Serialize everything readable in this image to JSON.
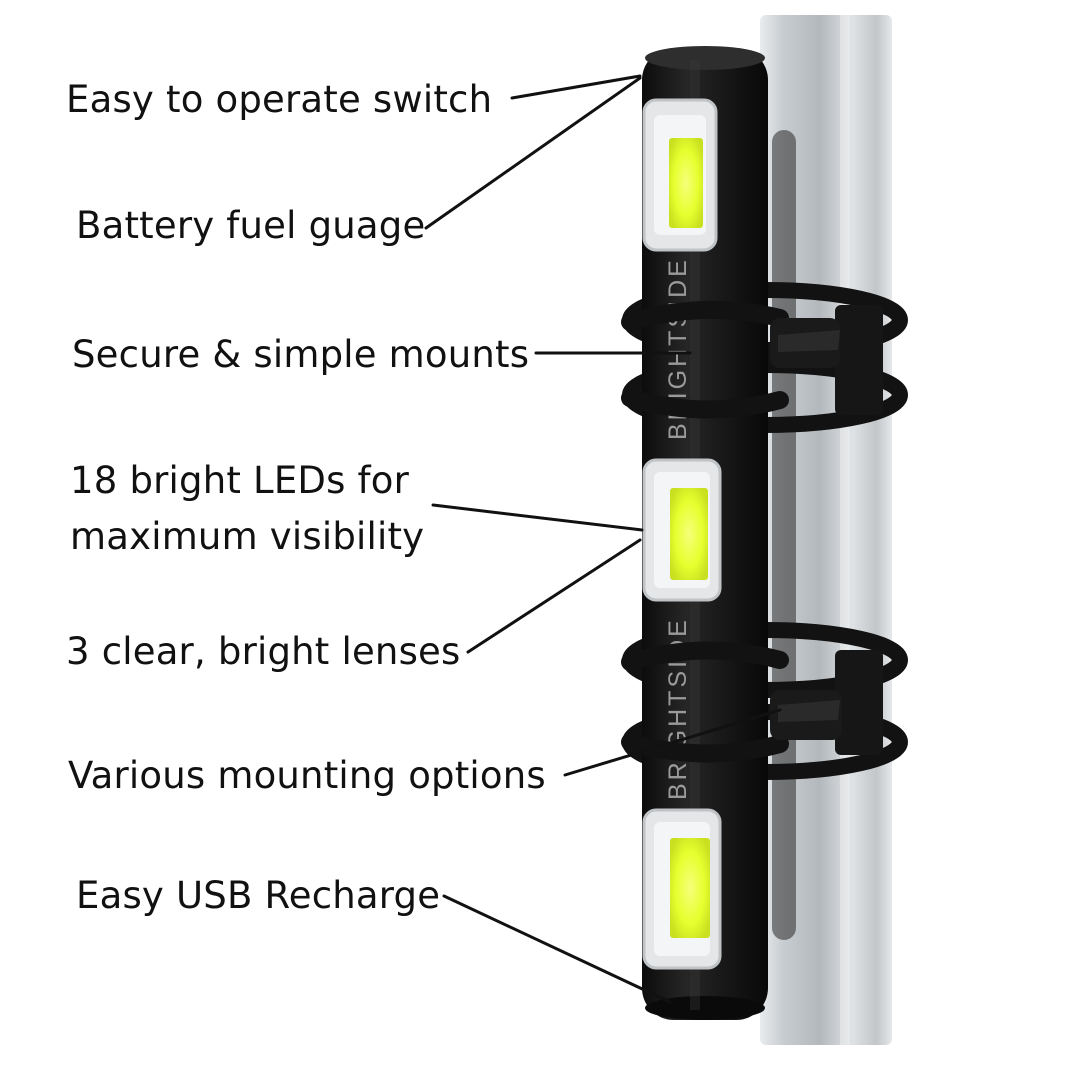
{
  "colors": {
    "background": "#ffffff",
    "label_text": "#111111",
    "leader_line": "#111111",
    "light_body": "#1b1b1b",
    "led_glow": "#e8ff3a",
    "pole": "#c9cdd0",
    "strap": "#121212"
  },
  "product": {
    "brand_upper": "BRIGHTSIDE",
    "brand_lower": "BRIGHTSIDE"
  },
  "callouts": [
    {
      "id": "switch",
      "lines": [
        "Easy to operate switch"
      ]
    },
    {
      "id": "fuel-gauge",
      "lines": [
        "Battery fuel guage"
      ]
    },
    {
      "id": "mounts",
      "lines": [
        "Secure & simple mounts"
      ]
    },
    {
      "id": "leds",
      "lines": [
        "18 bright LEDs for",
        "maximum visibility"
      ]
    },
    {
      "id": "lenses",
      "lines": [
        "3 clear, bright lenses"
      ]
    },
    {
      "id": "mounting-options",
      "lines": [
        "Various mounting options"
      ]
    },
    {
      "id": "usb",
      "lines": [
        "Easy USB Recharge"
      ]
    }
  ],
  "icons": {
    "light": "bike-light-icon",
    "pole": "pole-icon"
  }
}
